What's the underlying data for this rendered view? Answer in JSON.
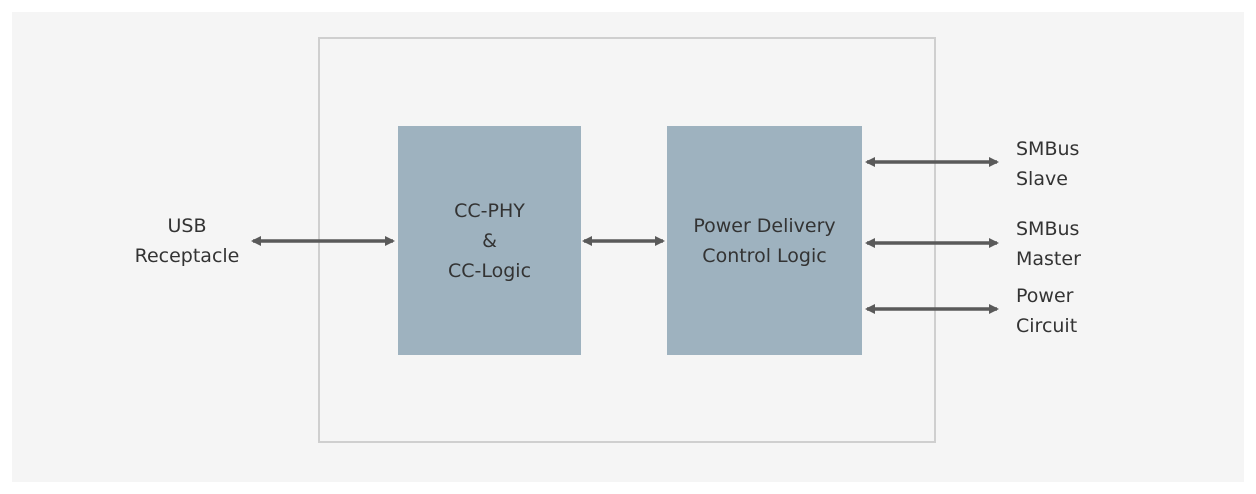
{
  "diagram": {
    "cc_block": [
      "CC-PHY",
      "&",
      "CC-Logic"
    ],
    "pd_block": [
      "Power Delivery",
      "Control Logic"
    ],
    "usb": [
      "USB",
      "Receptacle"
    ],
    "smbus_slave": [
      "SMBus",
      "Slave"
    ],
    "smbus_master": [
      "SMBus",
      "Master"
    ],
    "power_circuit": [
      "Power",
      "Circuit"
    ],
    "colors": {
      "block_fill": "#9eb2bf",
      "arrow": "#5a5a5a",
      "outline": "#cfcfcf",
      "panel": "#f5f5f5",
      "text": "#333333"
    }
  }
}
